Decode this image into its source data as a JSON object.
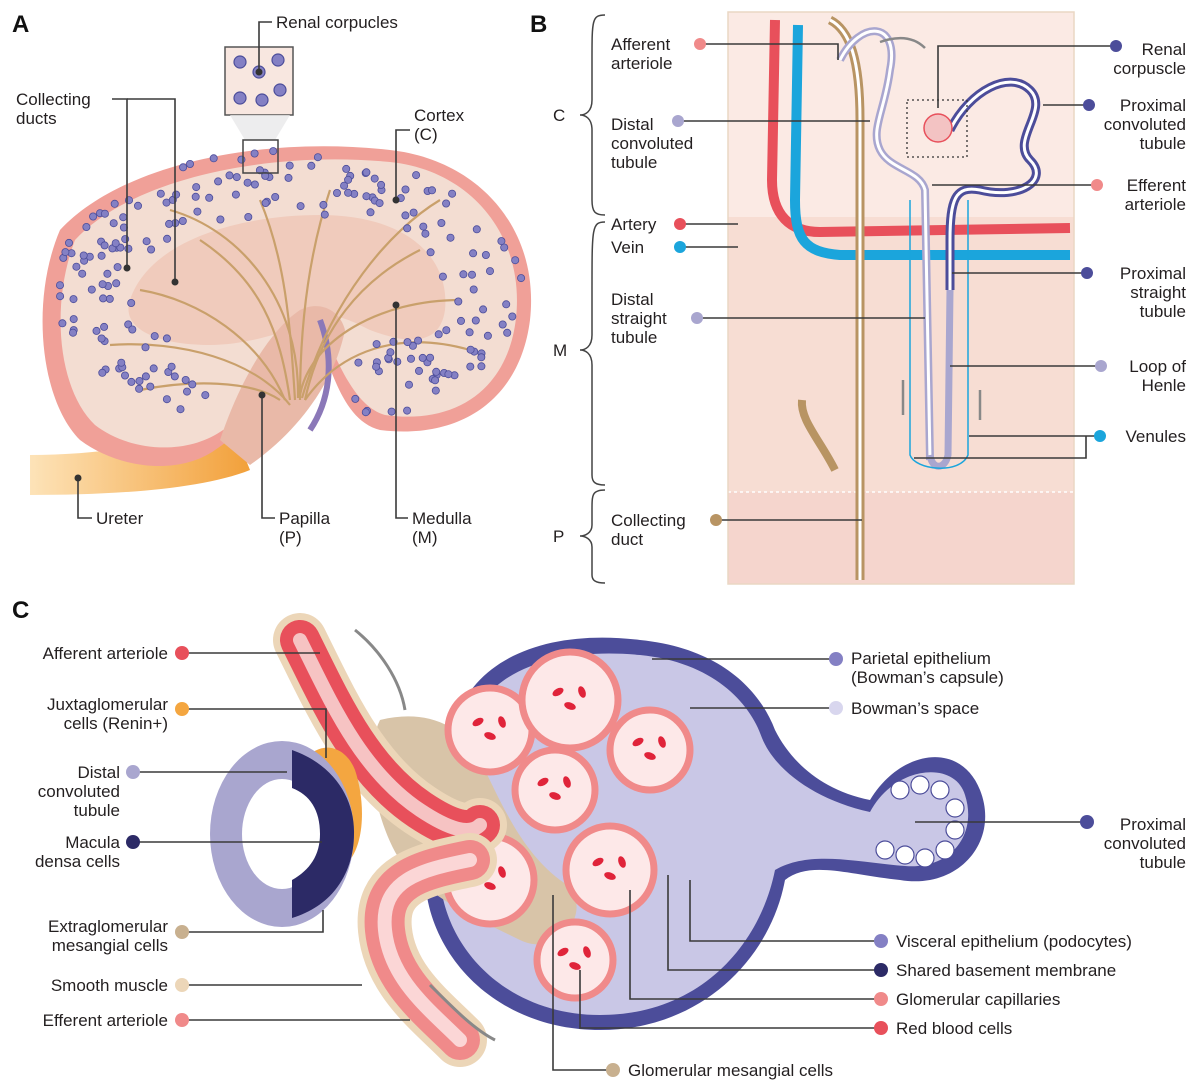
{
  "panels": {
    "a": "A",
    "b": "B",
    "c": "C"
  },
  "panel_a": {
    "renal_corpuscles": "Renal corpucles",
    "collecting_ducts": [
      "Collecting",
      "ducts"
    ],
    "cortex": [
      "Cortex",
      "(C)"
    ],
    "ureter": "Ureter",
    "papilla": [
      "Papilla",
      "(P)"
    ],
    "medulla": [
      "Medulla",
      "(M)"
    ]
  },
  "panel_b": {
    "zones": {
      "c": "C",
      "m": "M",
      "p": "P"
    },
    "left_labels": {
      "afferent_arteriole": [
        "Afferent",
        "arteriole"
      ],
      "distal_convoluted_tubule": [
        "Distal",
        "convoluted",
        "tubule"
      ],
      "artery": "Artery",
      "vein": "Vein",
      "distal_straight_tubule": [
        "Distal",
        "straight",
        "tubule"
      ],
      "collecting_duct": [
        "Collecting",
        "duct"
      ]
    },
    "right_labels": {
      "renal_corpuscle": [
        "Renal",
        "corpuscle"
      ],
      "proximal_convoluted_tubule": [
        "Proximal",
        "convoluted",
        "tubule"
      ],
      "efferent_arteriole": [
        "Efferent",
        "arteriole"
      ],
      "proximal_straight_tubule": [
        "Proximal",
        "straight",
        "tubule"
      ],
      "loop_of_henle": [
        "Loop of",
        "Henle"
      ],
      "venules": "Venules"
    }
  },
  "panel_c": {
    "left_labels": {
      "afferent_arteriole": "Afferent arteriole",
      "juxtaglomerular_cells": [
        "Juxtaglomerular",
        "cells (Renin+)"
      ],
      "distal_convoluted_tubule": [
        "Distal",
        "convoluted",
        "tubule"
      ],
      "macula_densa_cells": [
        "Macula",
        "densa cells"
      ],
      "extraglomerular_mesangial_cells": [
        "Extraglomerular",
        "mesangial cells"
      ],
      "smooth_muscle": "Smooth muscle",
      "efferent_arteriole": "Efferent arteriole"
    },
    "right_labels": {
      "parietal_epithelium": [
        "Parietal epithelium",
        "(Bowman’s capsule)"
      ],
      "bowmans_space": "Bowman’s space",
      "proximal_convoluted_tubule": [
        "Proximal",
        "convoluted",
        "tubule"
      ],
      "visceral_epithelium": "Visceral epithelium (podocytes)",
      "shared_basement_membrane": "Shared basement membrane",
      "glomerular_capillaries": "Glomerular capillaries",
      "red_blood_cells": "Red blood cells",
      "glomerular_mesangial_cells": "Glomerular mesangial cells"
    }
  },
  "colors": {
    "artery": "#e8505b",
    "vein": "#1ba5dc",
    "tubule_light": "#a9a6cf",
    "tubule_dark": "#4c4d9a",
    "basement_membrane": "#2c2a66",
    "collecting_duct": "#b89463",
    "juxtaglomerular": "#f4a640",
    "capillary": "#f08a8a",
    "bowmans_space": "#d8d6ee",
    "smooth_muscle": "#ecd6b8"
  }
}
